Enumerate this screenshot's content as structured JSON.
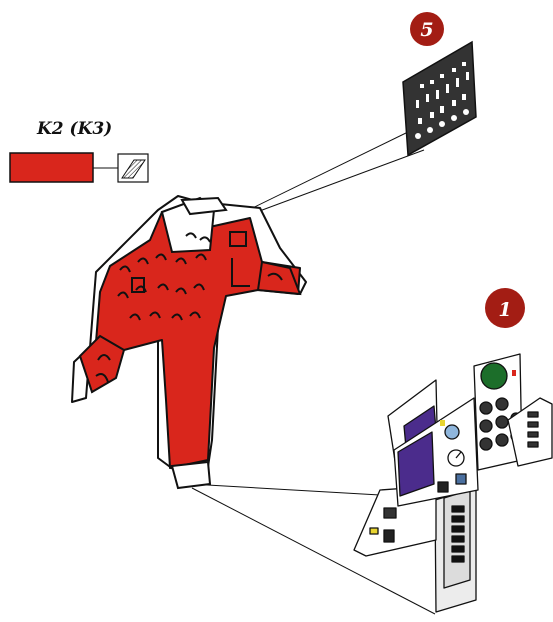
{
  "paint_code": {
    "label": "K2 (K3)",
    "swatch_color": "#d9261c"
  },
  "callouts": [
    {
      "number": "5"
    },
    {
      "number": "1"
    }
  ],
  "colors": {
    "panel_red": "#d9261c",
    "badge_red": "#a31d14",
    "outline": "#111111",
    "screen_purple": "#4b2c8c",
    "radar_green": "#1c6e2a",
    "placard_dark": "#333333"
  },
  "icons": {
    "swatch_detail": "hatched-detail-icon"
  }
}
